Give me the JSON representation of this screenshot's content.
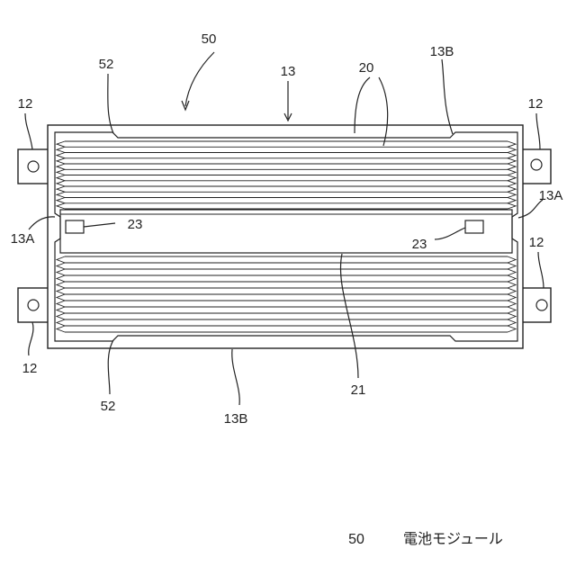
{
  "labels": {
    "module": "50",
    "case": "13",
    "cells": "20",
    "spacer_top": "52",
    "spacer_bottom": "52",
    "flange_top": "13B",
    "flange_bottom": "13B",
    "side_left": "13A",
    "side_right": "13A",
    "bracket_top_left": "12",
    "bracket_top_right": "12",
    "bracket_bottom_left": "12",
    "bracket_bottom_right": "12",
    "terminal_left": "23",
    "terminal_right": "23",
    "bus": "21"
  },
  "legend": {
    "number": "50",
    "text": "電池モジュール"
  },
  "cell_stack": {
    "top_group_count": 12,
    "bottom_group_count": 12
  }
}
